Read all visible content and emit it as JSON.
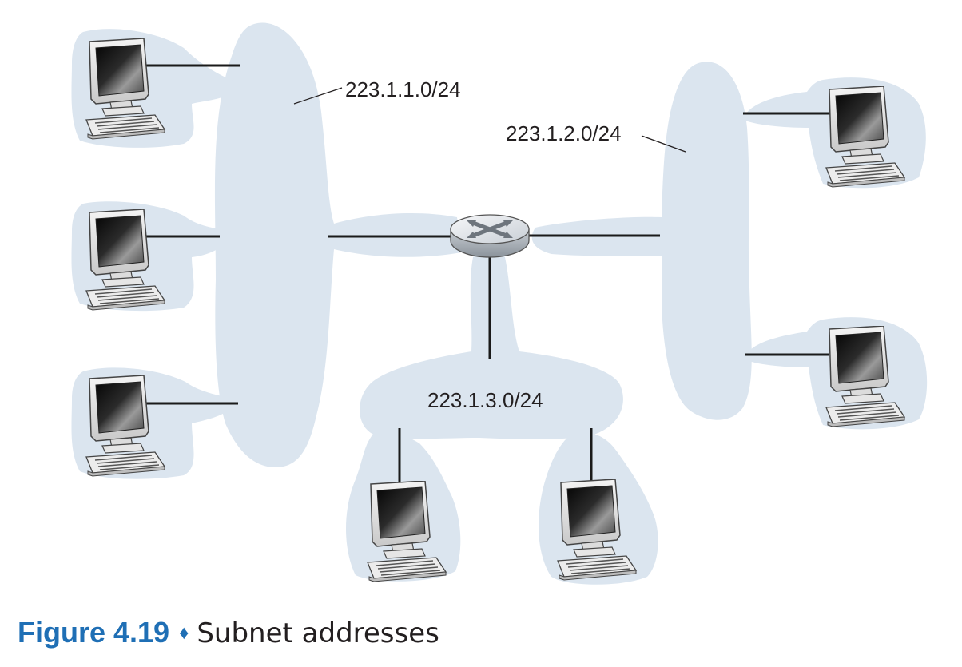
{
  "colors": {
    "subnet_fill": "#dbe5ef",
    "caption_accent": "#1f6fb5",
    "text": "#231f20"
  },
  "icons": {
    "host": "desktop-computer-icon",
    "router": "router-icon"
  },
  "subnets": [
    {
      "id": "subnet-1",
      "label": "223.1.1.0/24"
    },
    {
      "id": "subnet-2",
      "label": "223.1.2.0/24"
    },
    {
      "id": "subnet-3",
      "label": "223.1.3.0/24"
    }
  ],
  "caption": {
    "figure_number": "Figure 4.19",
    "separator": "♦",
    "title": "Subnet addresses"
  }
}
